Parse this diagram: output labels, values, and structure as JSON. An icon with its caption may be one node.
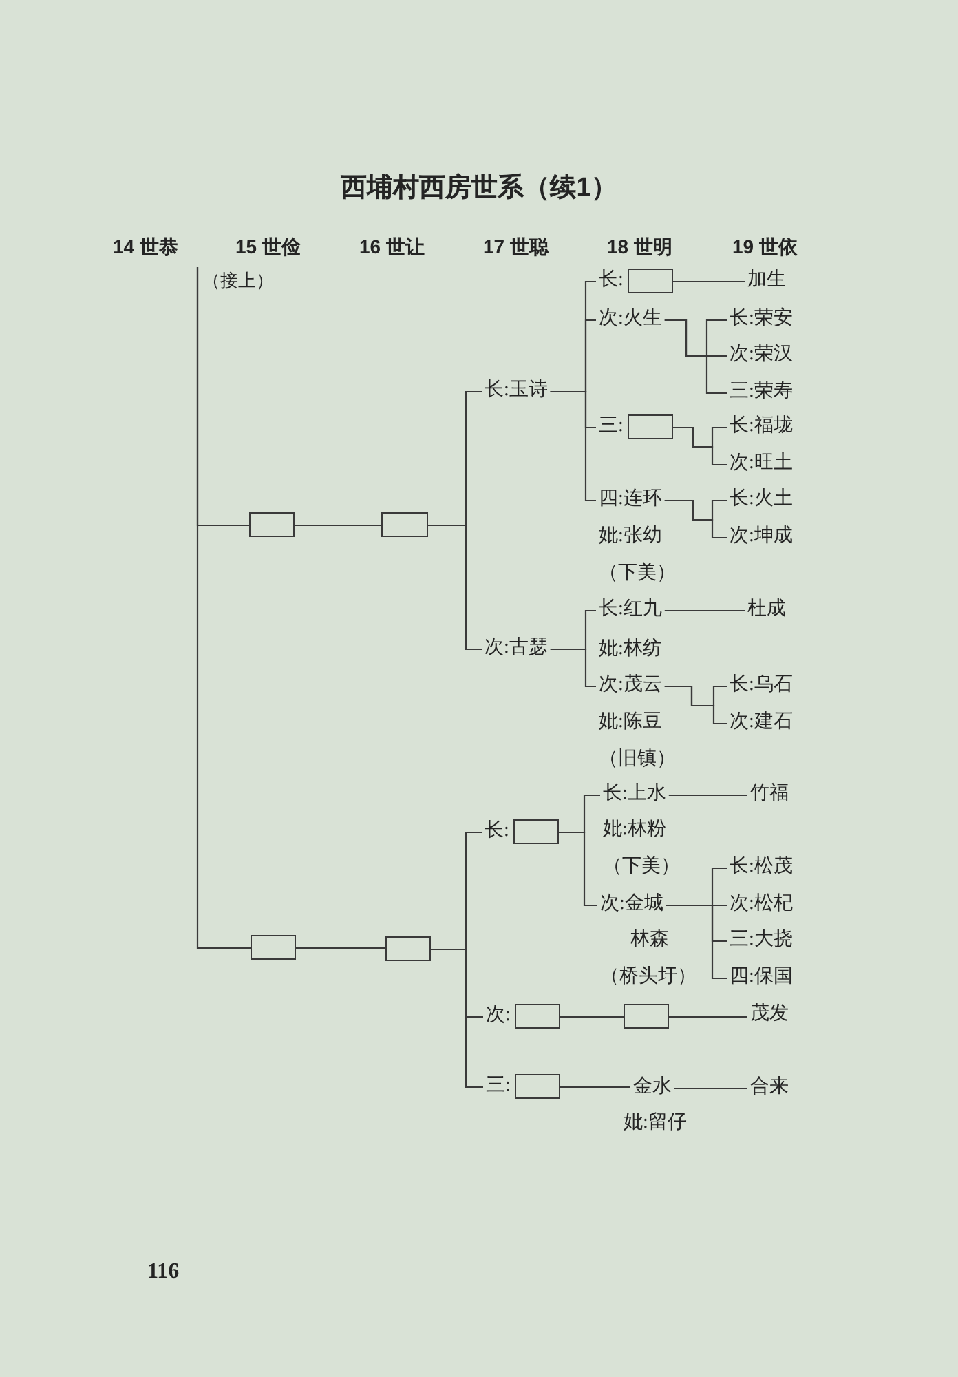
{
  "diagram": {
    "title": "西埔村西房世系（续1）",
    "nodes": [
      {
        "text": [],
        "shape": "box"
      },
      {
        "text": [],
        "shape": "box"
      },
      {
        "text": [
          "长:玉诗"
        ]
      },
      {
        "text": [],
        "shape": "box",
        "beside": [
          "长:"
        ]
      },
      {
        "text": [
          "加生"
        ]
      },
      {
        "text": [
          "次:火生"
        ]
      },
      {
        "text": [
          "长:荣安"
        ]
      },
      {
        "text": [
          "次:荣汉"
        ]
      },
      {
        "text": [
          "三:荣寿"
        ]
      },
      {
        "text": [],
        "shape": "box",
        "beside": [
          "三:"
        ]
      },
      {
        "text": [
          "长:福垅"
        ]
      },
      {
        "text": [
          "次:旺土"
        ]
      },
      {
        "text": [
          "四:连环"
        ],
        "beside": [
          "妣:张幼",
          "（下美）"
        ]
      },
      {
        "text": [
          "长:火土"
        ]
      },
      {
        "text": [
          "次:坤成"
        ]
      },
      {
        "text": [
          "次:古瑟"
        ]
      },
      {
        "text": [
          "长:红九"
        ],
        "beside": [
          "妣:林纺"
        ]
      },
      {
        "text": [
          "杜成"
        ]
      },
      {
        "text": [
          "次:茂云"
        ],
        "beside": [
          "妣:陈豆",
          "（旧镇）"
        ]
      },
      {
        "text": [
          "长:乌石"
        ]
      },
      {
        "text": [
          "次:建石"
        ]
      },
      {
        "text": [],
        "shape": "box"
      },
      {
        "text": [],
        "shape": "box"
      },
      {
        "text": [],
        "shape": "box",
        "beside": [
          "长:"
        ]
      },
      {
        "text": [
          "长:上水"
        ],
        "beside": [
          "妣:林粉",
          "（下美）"
        ]
      },
      {
        "text": [
          "竹福"
        ]
      },
      {
        "text": [
          "次:金城"
        ],
        "beside": [
          "林森",
          "（桥头圩）"
        ]
      },
      {
        "text": [
          "长:松茂"
        ]
      },
      {
        "text": [
          "次:松杞"
        ]
      },
      {
        "text": [
          "三:大挠"
        ]
      },
      {
        "text": [
          "四:保国"
        ]
      },
      {
        "text": [],
        "shape": "box",
        "beside": [
          "次:"
        ]
      },
      {
        "text": [],
        "shape": "box"
      },
      {
        "text": [
          "茂发"
        ]
      },
      {
        "text": [],
        "shape": "box",
        "beside": [
          "三:"
        ]
      },
      {
        "text": [
          "金水"
        ],
        "beside": [
          "妣:留仔"
        ]
      },
      {
        "text": [
          "合来"
        ]
      }
    ],
    "edges": [
      {
        "from": null,
        "to": 0,
        "arrow": "none"
      },
      {
        "from": null,
        "to": 21,
        "arrow": "none"
      },
      {
        "from": 0,
        "to": 1,
        "arrow": "none"
      },
      {
        "from": 1,
        "to": 2,
        "arrow": "none"
      },
      {
        "from": 1,
        "to": 15,
        "arrow": "none"
      },
      {
        "from": 2,
        "to": 3,
        "arrow": "none"
      },
      {
        "from": 2,
        "to": 5,
        "arrow": "none"
      },
      {
        "from": 2,
        "to": 9,
        "arrow": "none"
      },
      {
        "from": 2,
        "to": 12,
        "arrow": "none"
      },
      {
        "from": 3,
        "to": 4,
        "arrow": "none"
      },
      {
        "from": 5,
        "to": 6,
        "arrow": "none"
      },
      {
        "from": 5,
        "to": 7,
        "arrow": "none"
      },
      {
        "from": 5,
        "to": 8,
        "arrow": "none"
      },
      {
        "from": 9,
        "to": 10,
        "arrow": "none"
      },
      {
        "from": 9,
        "to": 11,
        "arrow": "none"
      },
      {
        "from": 12,
        "to": 13,
        "arrow": "none"
      },
      {
        "from": 12,
        "to": 14,
        "arrow": "none"
      },
      {
        "from": 15,
        "to": 16,
        "arrow": "none"
      },
      {
        "from": 15,
        "to": 18,
        "arrow": "none"
      },
      {
        "from": 16,
        "to": 17,
        "arrow": "none"
      },
      {
        "from": 18,
        "to": 19,
        "arrow": "none"
      },
      {
        "from": 18,
        "to": 20,
        "arrow": "none"
      },
      {
        "from": 21,
        "to": 22,
        "arrow": "none"
      },
      {
        "from": 22,
        "to": 23,
        "arrow": "none"
      },
      {
        "from": 22,
        "to": 31,
        "arrow": "none"
      },
      {
        "from": 22,
        "to": 34,
        "arrow": "none"
      },
      {
        "from": 23,
        "to": 24,
        "arrow": "none"
      },
      {
        "from": 23,
        "to": 26,
        "arrow": "none"
      },
      {
        "from": 24,
        "to": 25,
        "arrow": "none"
      },
      {
        "from": 26,
        "to": 27,
        "arrow": "none"
      },
      {
        "from": 26,
        "to": 28,
        "arrow": "none"
      },
      {
        "from": 26,
        "to": 29,
        "arrow": "none"
      },
      {
        "from": 26,
        "to": 30,
        "arrow": "none"
      },
      {
        "from": 31,
        "to": 32,
        "arrow": "none"
      },
      {
        "from": 32,
        "to": 33,
        "arrow": "none"
      },
      {
        "from": 34,
        "to": 35,
        "arrow": "none"
      },
      {
        "from": 35,
        "to": 36,
        "arrow": "none"
      }
    ],
    "labels": [
      "14 世恭",
      "15 世俭",
      "16 世让",
      "17 世聪",
      "18 世明",
      "19 世依",
      "（接上）",
      "116"
    ]
  }
}
